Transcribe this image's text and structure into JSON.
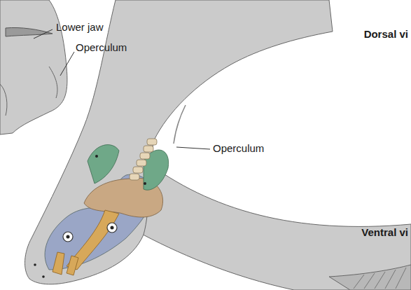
{
  "diagram": {
    "labels": [
      "Lower jaw",
      "Operculum",
      "Operculum",
      "Dorsal vi",
      "Ventral vi"
    ]
  }
}
